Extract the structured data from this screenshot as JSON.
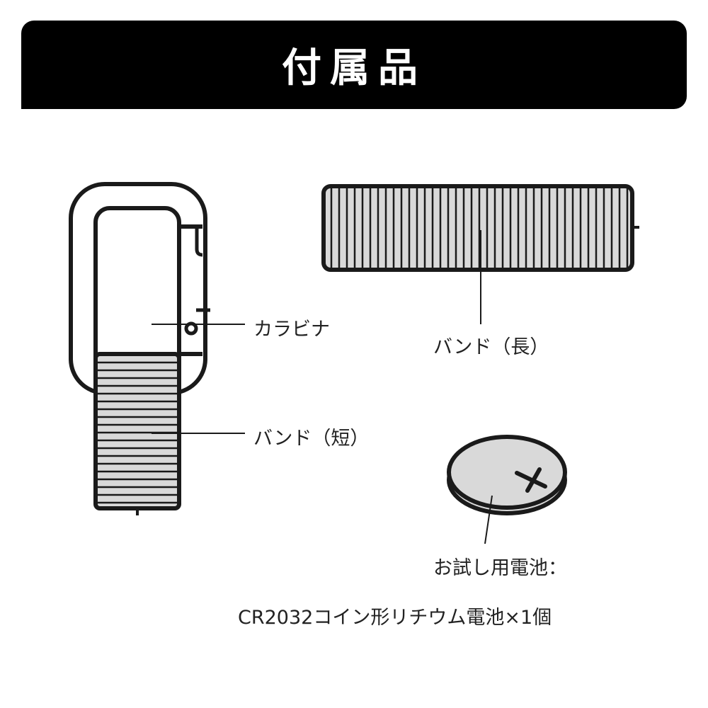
{
  "header": {
    "title": "付属品"
  },
  "items": {
    "carabiner": {
      "label": "カラビナ"
    },
    "band_short": {
      "label": "バンド（短）"
    },
    "band_long": {
      "label": "バンド（長）"
    },
    "battery": {
      "label": "お試し用電池：",
      "detail": "CR2032コイン形リチウム電池×1個"
    }
  },
  "colors": {
    "header_bg": "#000000",
    "header_text": "#ffffff",
    "outline": "#1a1a1a",
    "fill": "#d9d9d9"
  }
}
